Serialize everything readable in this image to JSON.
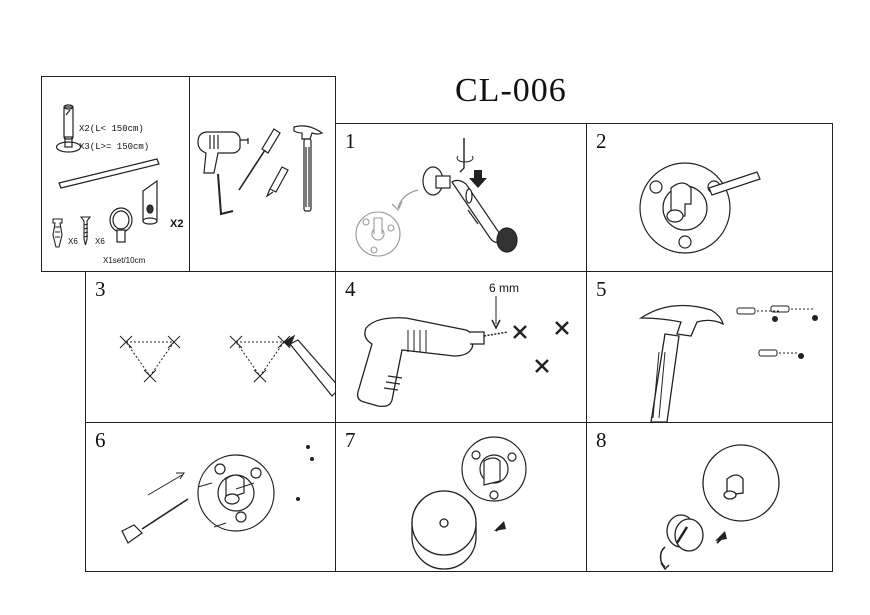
{
  "title": "CL-006",
  "parts": {
    "bracket_short": "X2(L< 150cm)",
    "bracket_long": "X3(L>= 150cm)",
    "anchor_qty": "X6",
    "screw_qty": "X6",
    "ring_set": "X1set/10cm",
    "finial_qty": "X2"
  },
  "steps": [
    {
      "number": "1"
    },
    {
      "number": "2"
    },
    {
      "number": "3"
    },
    {
      "number": "4",
      "note": "6 mm"
    },
    {
      "number": "5"
    },
    {
      "number": "6"
    },
    {
      "number": "7"
    },
    {
      "number": "8"
    }
  ]
}
